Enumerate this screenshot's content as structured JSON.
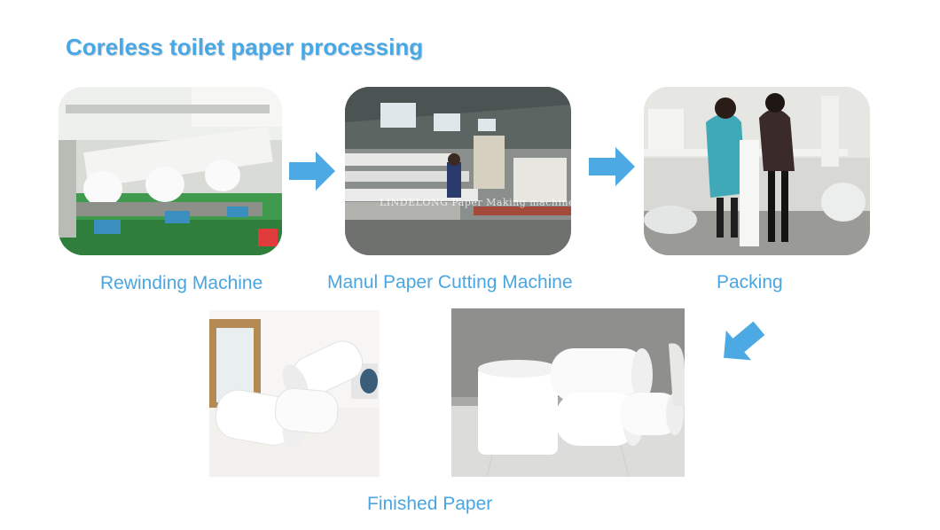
{
  "title": "Coreless toilet paper processing",
  "steps": [
    {
      "label": "Rewinding Machine"
    },
    {
      "label": "Manul Paper Cutting Machine",
      "watermark": "LINDELONG Paper Making machinery"
    },
    {
      "label": "Packing"
    }
  ],
  "finished": {
    "label": "Finished Paper"
  },
  "colors": {
    "accent": "#48a8e6",
    "arrow": "#4da9e3"
  },
  "icons": [
    "arrow-right-icon",
    "arrow-down-left-icon"
  ]
}
